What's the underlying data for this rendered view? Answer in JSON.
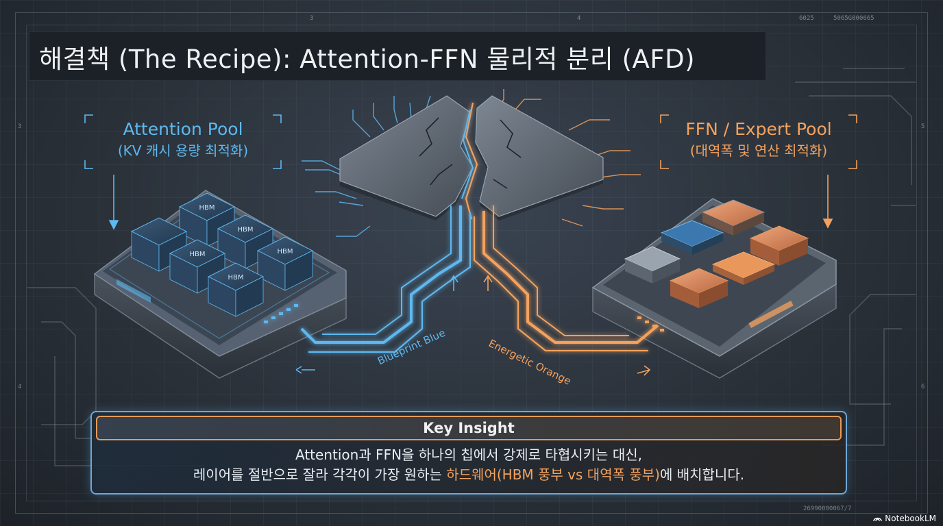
{
  "title": "해결책 (The Recipe): Attention-FFN 물리적 분리 (AFD)",
  "attention_pool": {
    "title": "Attention Pool",
    "subtitle": "(KV 캐시 용량 최적화)",
    "color": "#5fb8ef",
    "hbm_label": "HBM"
  },
  "ffn_pool": {
    "title": "FFN / Expert Pool",
    "subtitle": "(대역폭 및 연산 최적화)",
    "color": "#f4a25d"
  },
  "wires": {
    "blue_label": "Blueprint Blue",
    "orange_label": "Energetic Orange"
  },
  "insight": {
    "heading": "Key Insight",
    "line1": "Attention과 FFN을 하나의 칩에서 강제로 타협시키는 대신,",
    "line2_prefix": "레이어를 절반으로 잘라 각각이 가장 원하는 ",
    "line2_highlight": "하드웨어(HBM 풍부 vs 대역폭 풍부)",
    "line2_suffix": "에 배치합니다."
  },
  "frame_ticks": {
    "top_left": "3",
    "top_center": "4",
    "top_right_1": "6025",
    "top_right_2": "5065G000665",
    "left_top": "3",
    "left_bottom": "4",
    "right_top": "5",
    "right_bottom": "6",
    "bottom_right": "26990000067/7"
  },
  "brand": "NotebookLM"
}
